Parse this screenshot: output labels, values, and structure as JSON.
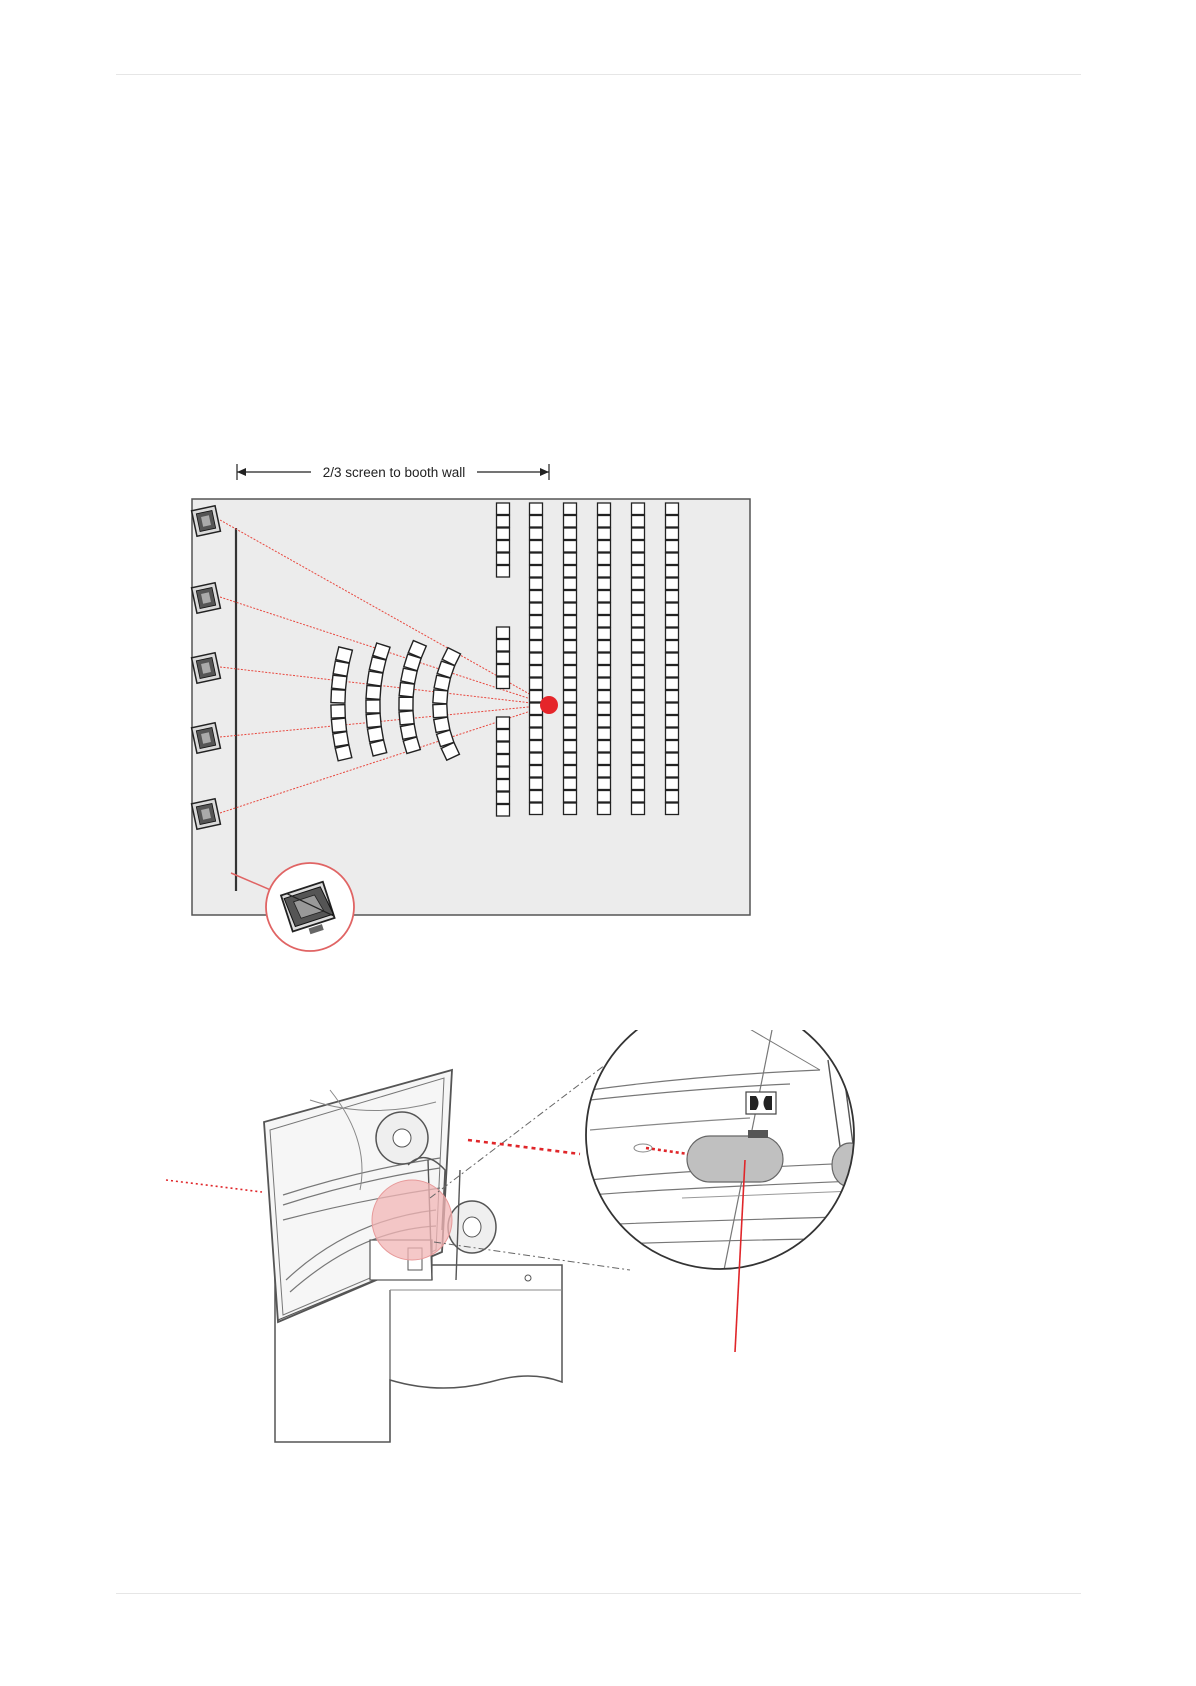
{
  "layout_diagram": {
    "dimension_label": "2/3 screen to booth wall",
    "colors": {
      "floor": "#ececec",
      "outline": "#555555",
      "ray": "#e8483f",
      "listener": "#e5252a",
      "zoom_ring": "#e06464"
    },
    "speaker_count": 5,
    "curved_row_count": 4,
    "straight_column_count": 6
  },
  "speaker_diagram": {
    "colors": {
      "callout": "#e0262a",
      "highlight": "#f2b6b6",
      "line": "#555555",
      "tube": "#c0c0c0"
    }
  }
}
